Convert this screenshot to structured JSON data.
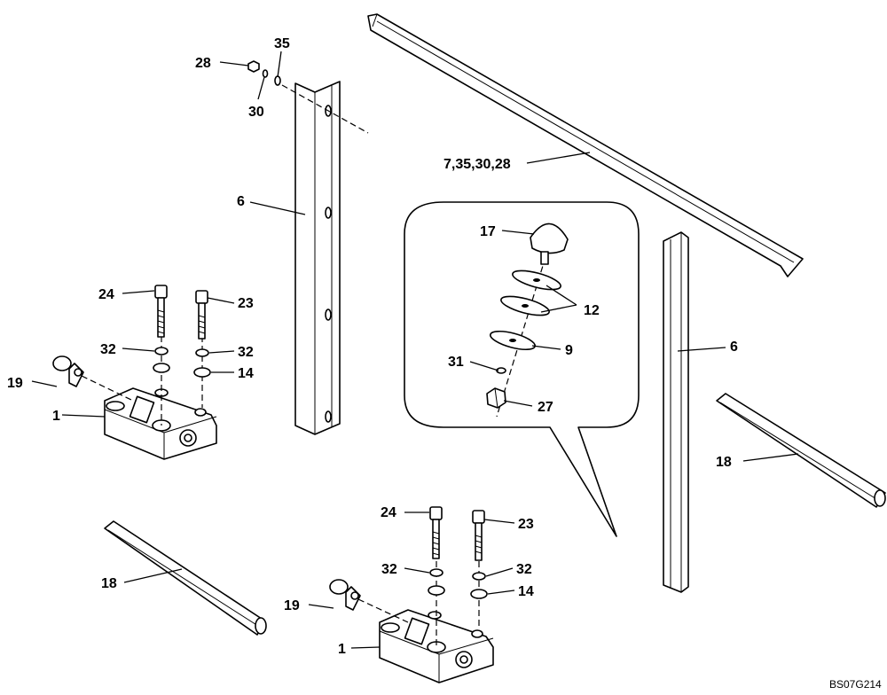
{
  "diagram": {
    "drawing_code": "BS07G214",
    "callouts": {
      "c28": "28",
      "c35": "35",
      "c30": "30",
      "c6_left": "6",
      "c7": "7,35,30,28",
      "c17": "17",
      "c12": "12",
      "c9": "9",
      "c31": "31",
      "c27": "27",
      "c6_right": "6",
      "c24_top": "24",
      "c23_top": "23",
      "c32_top_left": "32",
      "c32_top_right": "32",
      "c14_top": "14",
      "c19_top": "19",
      "c1_top": "1",
      "c18_right": "18",
      "c18_left": "18",
      "c24_bottom": "24",
      "c23_bottom": "23",
      "c32_bottom_left": "32",
      "c32_bottom_right": "32",
      "c14_bottom": "14",
      "c19_bottom": "19",
      "c1_bottom": "1"
    }
  }
}
